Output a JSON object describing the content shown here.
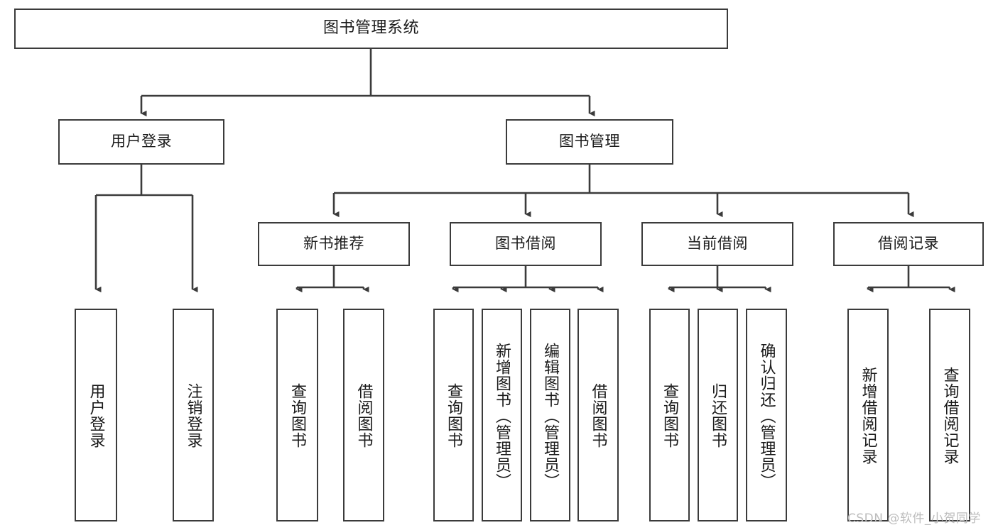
{
  "diagram": {
    "type": "tree-hierarchy-chart",
    "title": "图书管理系统",
    "colors": {
      "stroke": "#3b3b3b",
      "fill": "#ffffff",
      "text": "#1a1a1a",
      "watermark": "#bdbdbd",
      "background": "#ffffff"
    },
    "levels": {
      "level1": {
        "nodes": [
          {
            "id": "root",
            "label": "图书管理系统"
          }
        ]
      },
      "level2": {
        "nodes": [
          {
            "id": "user-login",
            "label": "用户登录"
          },
          {
            "id": "book-manage",
            "label": "图书管理"
          }
        ]
      },
      "level3": {
        "nodes": [
          {
            "id": "new-book-rec",
            "label": "新书推荐"
          },
          {
            "id": "book-borrow",
            "label": "图书借阅"
          },
          {
            "id": "current-borrow",
            "label": "当前借阅"
          },
          {
            "id": "borrow-record",
            "label": "借阅记录"
          }
        ]
      },
      "level4": {
        "nodes": [
          {
            "id": "leaf-user-login",
            "label": "用户登录",
            "parent": "user-login"
          },
          {
            "id": "leaf-logout",
            "label": "注销登录",
            "parent": "user-login"
          },
          {
            "id": "leaf-query-book-1",
            "label": "查询图书",
            "parent": "new-book-rec"
          },
          {
            "id": "leaf-borrow-book-1",
            "label": "借阅图书",
            "parent": "new-book-rec"
          },
          {
            "id": "leaf-query-book-2",
            "label": "查询图书",
            "parent": "book-borrow"
          },
          {
            "id": "leaf-add-book",
            "label": "新增图书（管理员）",
            "parent": "book-borrow"
          },
          {
            "id": "leaf-edit-book",
            "label": "编辑图书（管理员）",
            "parent": "book-borrow"
          },
          {
            "id": "leaf-borrow-book-2",
            "label": "借阅图书",
            "parent": "book-borrow"
          },
          {
            "id": "leaf-query-book-3",
            "label": "查询图书",
            "parent": "current-borrow"
          },
          {
            "id": "leaf-return-book",
            "label": "归还图书",
            "parent": "current-borrow"
          },
          {
            "id": "leaf-confirm-return",
            "label": "确认归还（管理员）",
            "parent": "current-borrow"
          },
          {
            "id": "leaf-add-record",
            "label": "新增借阅记录",
            "parent": "borrow-record"
          },
          {
            "id": "leaf-query-record",
            "label": "查询借阅记录",
            "parent": "borrow-record"
          }
        ]
      }
    },
    "watermark": "CSDN @软件_小贺同学"
  }
}
